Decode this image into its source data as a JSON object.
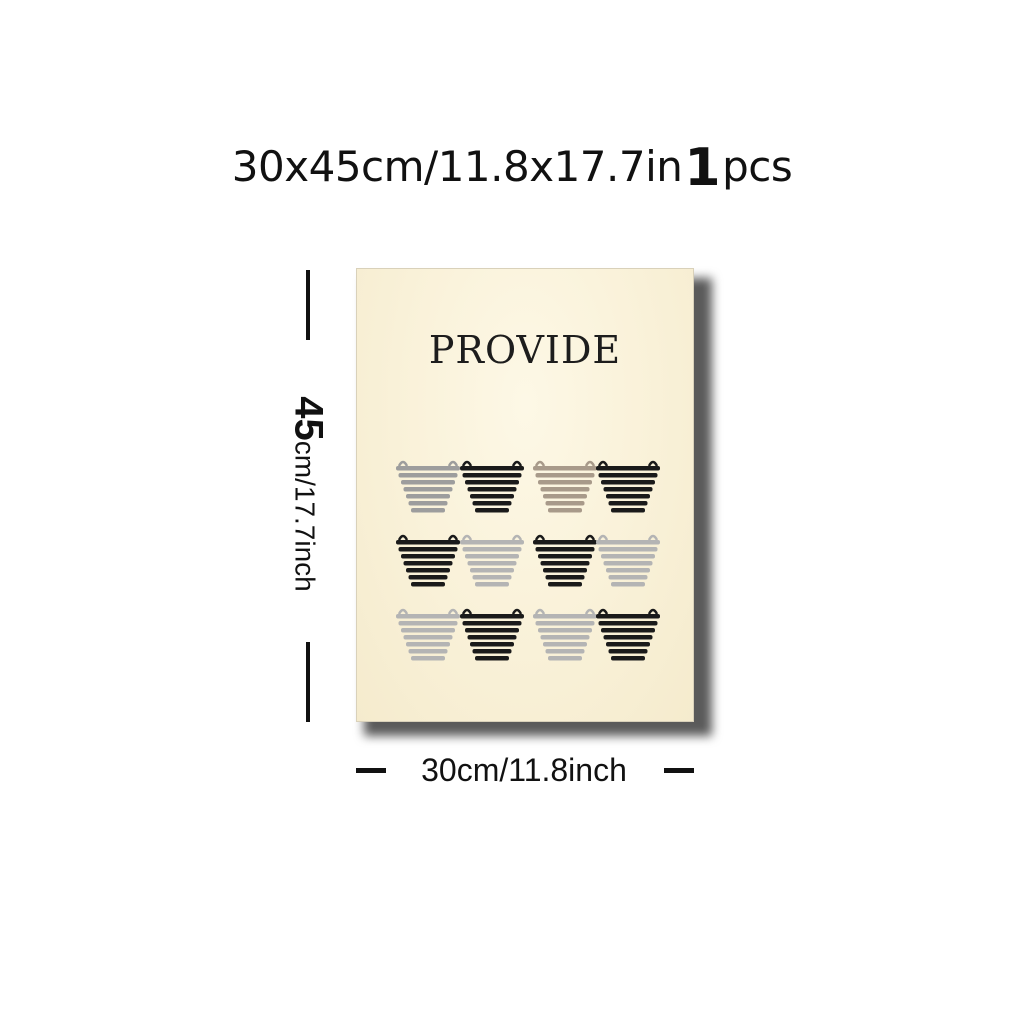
{
  "headline": {
    "size_text": "30x45cm/11.8x17.7in",
    "quantity": "1",
    "unit": "pcs"
  },
  "poster": {
    "title": "PROVIDE",
    "background_color": "#f9f1d8",
    "pot_rows": [
      [
        "gray",
        "black",
        "tan",
        "black"
      ],
      [
        "black",
        "lightgray",
        "black",
        "lightgray"
      ],
      [
        "lightgray",
        "black",
        "lightgray",
        "black"
      ]
    ],
    "pot_colors": {
      "black": "#1a1a1a",
      "gray": "#9d9d9d",
      "lightgray": "#b4b4b4",
      "tan": "#a89a8a"
    }
  },
  "height_dimension": {
    "value": "45",
    "rest": "cm/17.7inch"
  },
  "width_dimension": {
    "label": "30cm/11.8inch"
  }
}
